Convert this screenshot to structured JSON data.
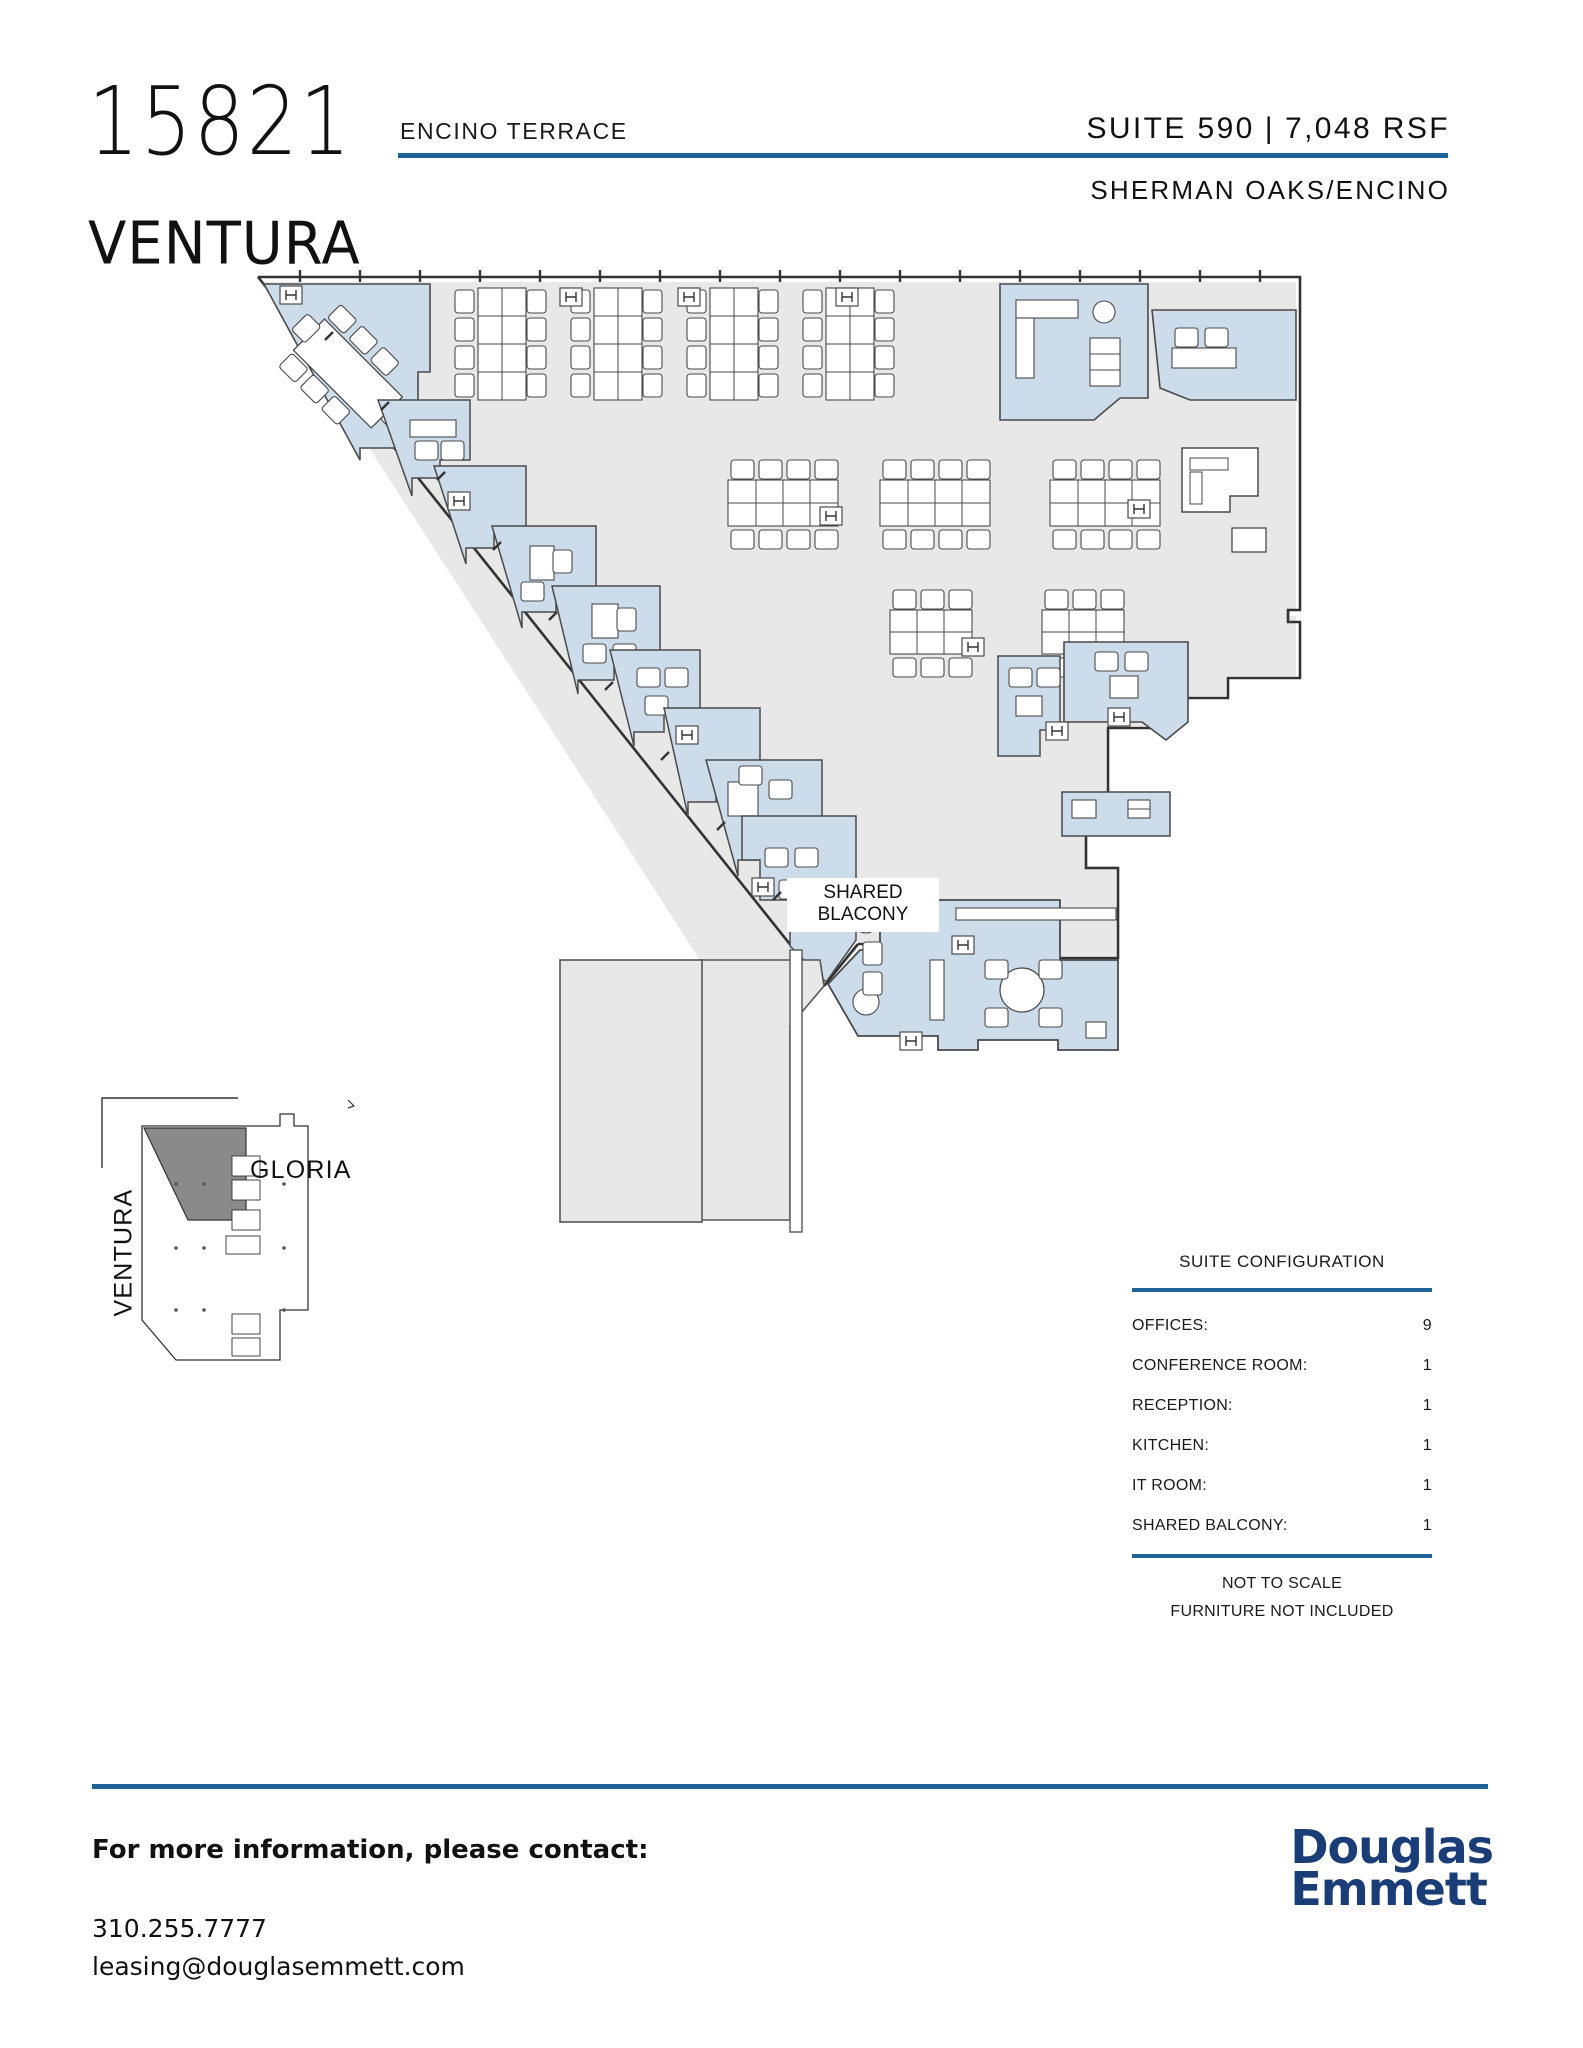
{
  "header": {
    "address_number": "15821",
    "address_street": "VENTURA",
    "building_name": "ENCINO TERRACE",
    "suite": "SUITE 590",
    "separator": "|",
    "rsf": "7,048 RSF",
    "market": "SHERMAN OAKS/ENCINO",
    "accent_color": "#1f6399"
  },
  "floorplan": {
    "balcony_label_line1": "SHARED",
    "balcony_label_line2": "BLACONY",
    "fill_office_blue": "#ccdcea",
    "fill_open_gray": "#e6e6e6",
    "wall_color": "#333333"
  },
  "keyplan": {
    "street_top": "GLORIA",
    "street_left": "VENTURA",
    "highlight_color": "#8a8a8a"
  },
  "config": {
    "title": "SUITE CONFIGURATION",
    "rows": [
      {
        "label": "OFFICES:",
        "value": "9"
      },
      {
        "label": "CONFERENCE ROOM:",
        "value": "1"
      },
      {
        "label": "RECEPTION:",
        "value": "1"
      },
      {
        "label": "KITCHEN:",
        "value": "1"
      },
      {
        "label": "IT ROOM:",
        "value": "1"
      },
      {
        "label": "SHARED BALCONY:",
        "value": "1"
      }
    ],
    "note_scale": "NOT TO SCALE",
    "note_furniture": "FURNITURE NOT INCLUDED"
  },
  "footer": {
    "contact_heading": "For more information, please contact:",
    "phone": "310.255.7777",
    "email": "leasing@douglasemmett.com",
    "logo_line1": "Douglas",
    "logo_line2": "Emmett",
    "logo_color": "#1b3d77"
  }
}
